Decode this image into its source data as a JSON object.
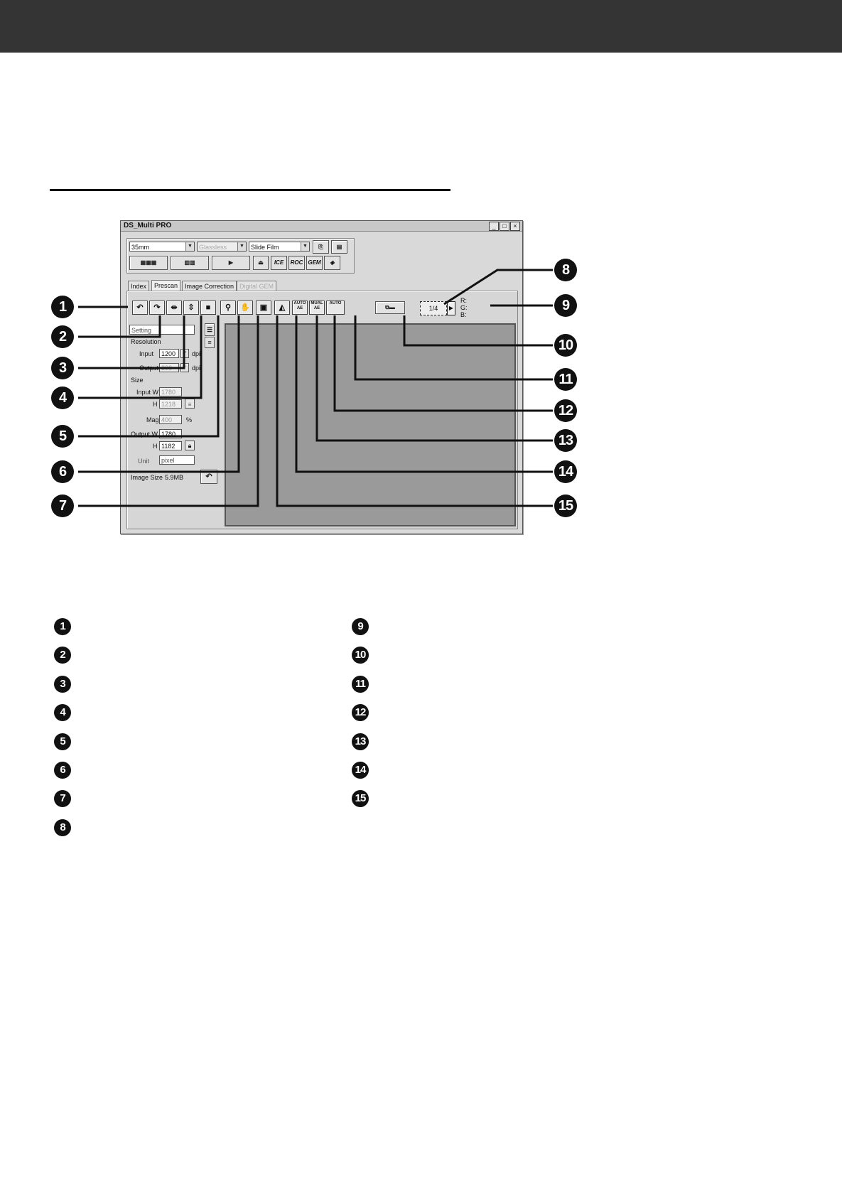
{
  "window": {
    "title": "DS_Multi PRO",
    "controls": {
      "minimize": "_",
      "maximize": "□",
      "close": "×"
    }
  },
  "toolbar": {
    "film_format": "35mm",
    "holder": "Glassless",
    "film_type": "Slide Film",
    "icons": [
      "open-icon",
      "settings-icon",
      "index-scan-icon",
      "prescan-icon",
      "scan-icon",
      "eject-icon",
      "ice-icon",
      "roc-icon",
      "gem-icon",
      "help-icon"
    ],
    "ice_label": "ICE",
    "roc_label": "ROC",
    "gem_label": "GEM"
  },
  "tabs": [
    {
      "label": "Index",
      "active": false
    },
    {
      "label": "Prescan",
      "active": true
    },
    {
      "label": "Image Correction",
      "active": false
    },
    {
      "label": "Digital GEM",
      "active": false,
      "disabled": true
    }
  ],
  "prescan": {
    "frame_counter": "1/4",
    "rgb": {
      "r": "R:",
      "g": "G:",
      "b": "B:"
    },
    "auto_ae_label": "AUTO AE",
    "manual_ae_label": "MUAL AE",
    "auto_focus_label": "AUTO"
  },
  "settings": {
    "setting_label": "Setting",
    "resolution_label": "Resolution",
    "input_label": "Input",
    "input_value": "1200",
    "input_unit": "dpi",
    "output_label": "Output",
    "output_value": "300",
    "output_unit": "dpi",
    "size_label": "Size",
    "input_w_label": "Input W",
    "input_w_value": "1780",
    "input_h_label": "H",
    "input_h_value": "1218",
    "mag_label": "Mag.",
    "mag_value": "400",
    "mag_unit": "%",
    "output_w_label": "Output W",
    "output_w_value": "1780",
    "output_h_label": "H",
    "output_h_value": "1182",
    "unit_label": "Unit",
    "unit_value": "pixel",
    "image_size_label": "Image Size",
    "image_size_value": "5.9MB"
  },
  "callouts": [
    "1",
    "2",
    "3",
    "4",
    "5",
    "6",
    "7",
    "8",
    "9",
    "10",
    "11",
    "12",
    "13",
    "14",
    "15"
  ],
  "legend": {
    "left": [
      "1",
      "2",
      "3",
      "4",
      "5",
      "6",
      "7",
      "8"
    ],
    "right": [
      "9",
      "10",
      "11",
      "12",
      "13",
      "14",
      "15"
    ]
  }
}
